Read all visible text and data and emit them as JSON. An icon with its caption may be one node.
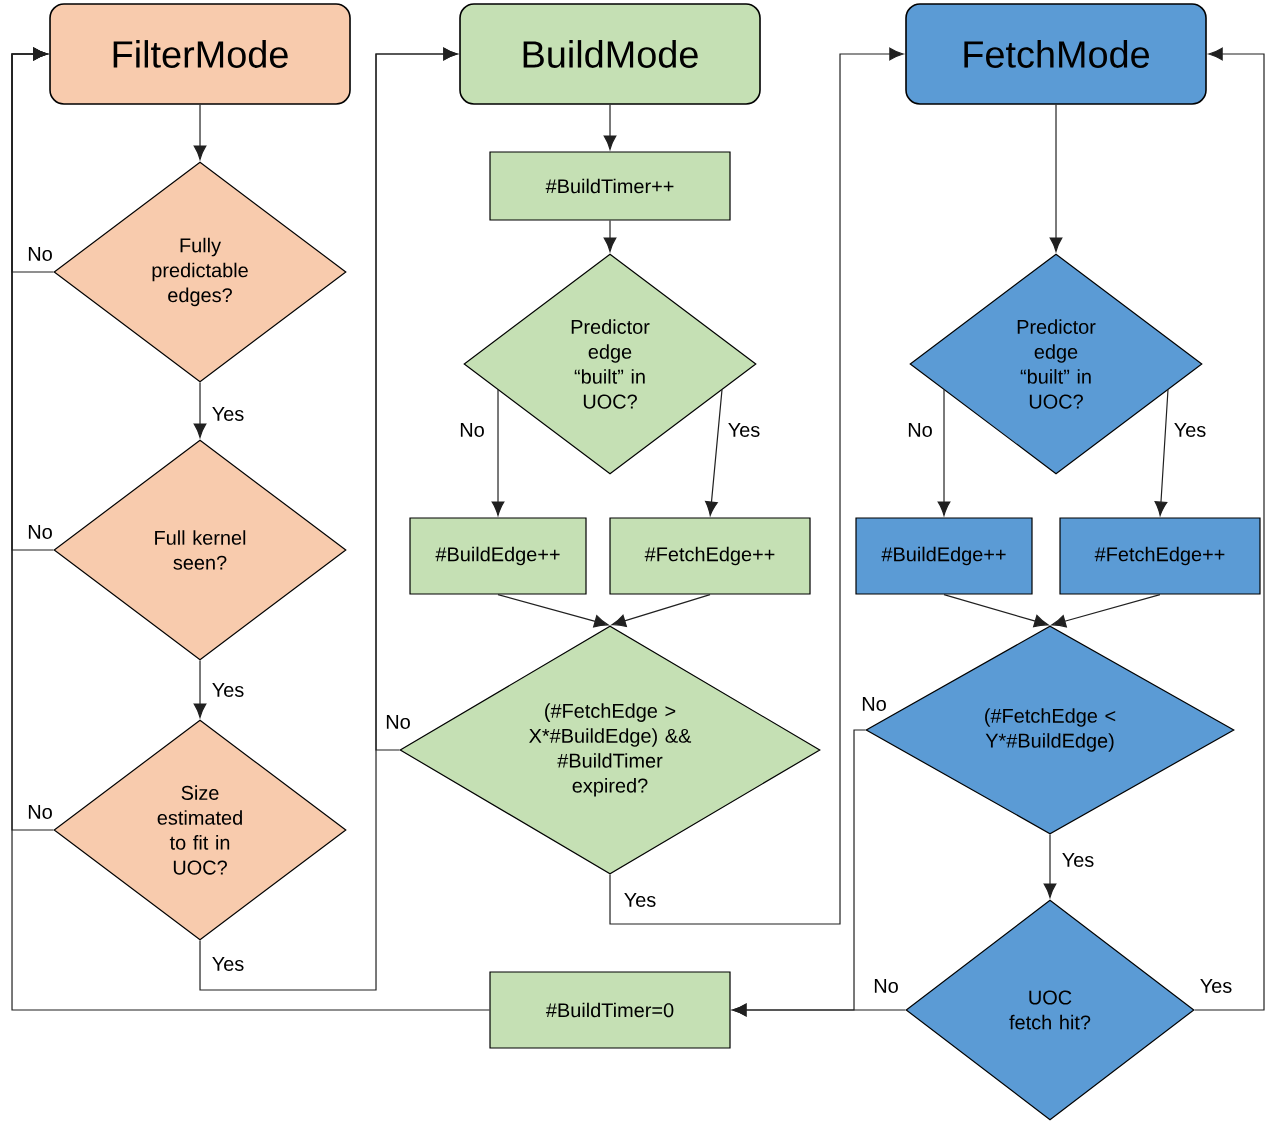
{
  "diagram": {
    "nodes": [
      {
        "text": [
          "FilterMode"
        ]
      },
      {
        "text": [
          "Fully predictable edges?"
        ]
      },
      {
        "text": [
          "Full kernel seen?"
        ]
      },
      {
        "text": [
          "Size estimated to fit in UOC?"
        ]
      },
      {
        "text": [
          "BuildMode"
        ]
      },
      {
        "text": [
          "#BuildTimer++"
        ]
      },
      {
        "text": [
          "Predictor edge “built” in UOC?"
        ]
      },
      {
        "text": [
          "#BuildEdge++"
        ]
      },
      {
        "text": [
          "#FetchEdge++"
        ]
      },
      {
        "text": [
          "(#FetchEdge > X*#BuildEdge) && #BuildTimer expired?"
        ]
      },
      {
        "text": [
          "#BuildTimer=0"
        ]
      },
      {
        "text": [
          "FetchMode"
        ]
      },
      {
        "text": [
          "Predictor edge “built” in UOC?"
        ]
      },
      {
        "text": [
          "#BuildEdge++"
        ]
      },
      {
        "text": [
          "#FetchEdge++"
        ]
      },
      {
        "text": [
          "(#FetchEdge < Y*#BuildEdge)"
        ]
      },
      {
        "text": [
          "UOC fetch hit?"
        ]
      }
    ],
    "edges": [
      {
        "from": 0,
        "to": 1,
        "arrow": "to"
      },
      {
        "from": 1,
        "to": 2,
        "arrow": "to",
        "label": "Yes"
      },
      {
        "from": 2,
        "to": 3,
        "arrow": "to",
        "label": "Yes"
      },
      {
        "from": 1,
        "to": 0,
        "arrow": "to",
        "label": "No"
      },
      {
        "from": 2,
        "to": 0,
        "arrow": "to",
        "label": "No"
      },
      {
        "from": 3,
        "to": 0,
        "arrow": "to",
        "label": "No"
      },
      {
        "from": 3,
        "to": 4,
        "arrow": "to",
        "label": "Yes"
      },
      {
        "from": 4,
        "to": 5,
        "arrow": "to"
      },
      {
        "from": 5,
        "to": 6,
        "arrow": "to"
      },
      {
        "from": 6,
        "to": 7,
        "arrow": "to",
        "label": "No"
      },
      {
        "from": 6,
        "to": 8,
        "arrow": "to",
        "label": "Yes"
      },
      {
        "from": 7,
        "to": 9,
        "arrow": "to"
      },
      {
        "from": 8,
        "to": 9,
        "arrow": "to"
      },
      {
        "from": 9,
        "to": 4,
        "arrow": "to",
        "label": "No"
      },
      {
        "from": 9,
        "to": 11,
        "arrow": "to",
        "label": "Yes"
      },
      {
        "from": 10,
        "to": 0,
        "arrow": "to"
      },
      {
        "from": 11,
        "to": 12,
        "arrow": "to"
      },
      {
        "from": 12,
        "to": 13,
        "arrow": "to",
        "label": "No"
      },
      {
        "from": 12,
        "to": 14,
        "arrow": "to",
        "label": "Yes"
      },
      {
        "from": 13,
        "to": 15,
        "arrow": "to"
      },
      {
        "from": 14,
        "to": 15,
        "arrow": "to"
      },
      {
        "from": 15,
        "to": 16,
        "arrow": "to",
        "label": "Yes"
      },
      {
        "from": 15,
        "to": 10,
        "arrow": "to",
        "label": "No"
      },
      {
        "from": 16,
        "to": 10,
        "arrow": "to",
        "label": "No"
      },
      {
        "from": 16,
        "to": 11,
        "arrow": "to",
        "label": "Yes"
      }
    ]
  }
}
